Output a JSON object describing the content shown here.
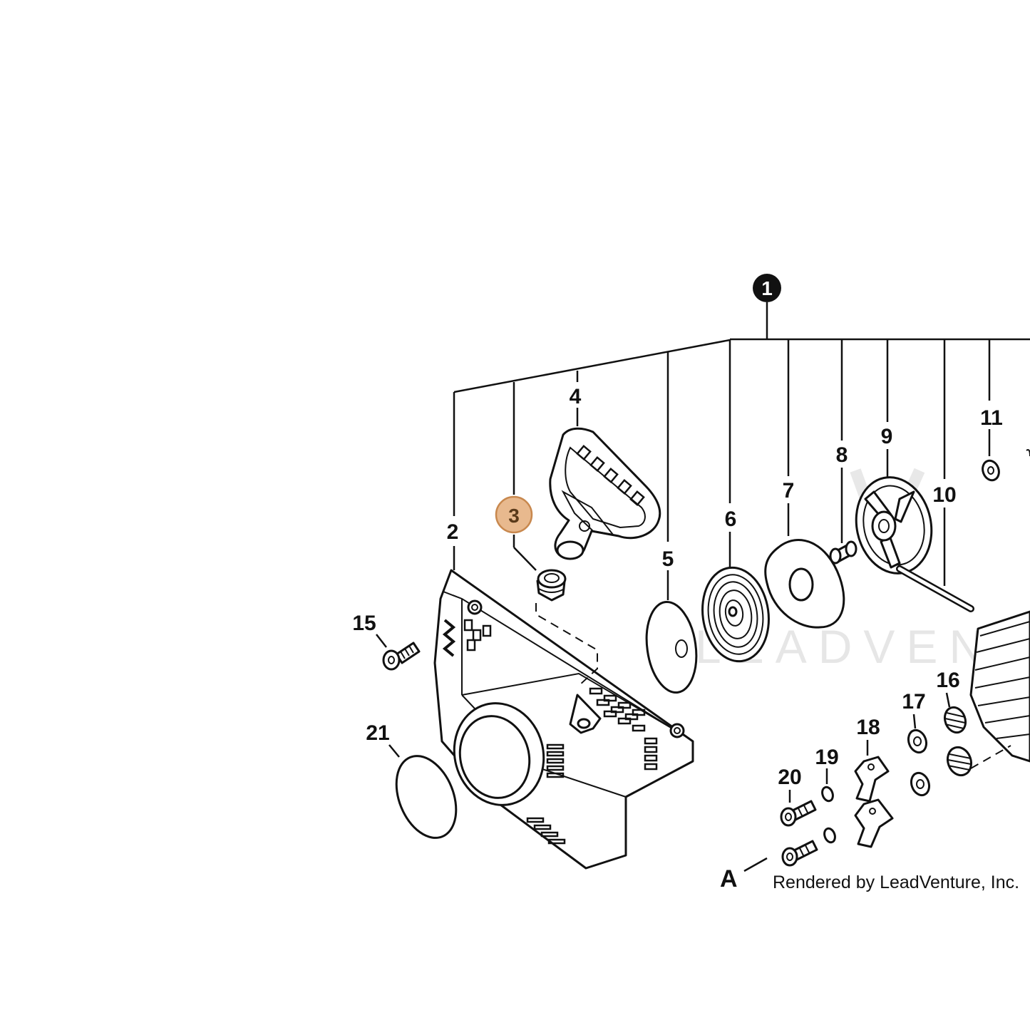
{
  "diagram": {
    "assembly_callout": "1",
    "highlighted_callout": {
      "label": "3",
      "color": "#e8b98e",
      "border": "#c8884e"
    },
    "part_labels": [
      "2",
      "4",
      "5",
      "6",
      "7",
      "8",
      "9",
      "10",
      "11",
      "15",
      "16",
      "17",
      "18",
      "19",
      "20",
      "21"
    ],
    "view_marker": "A",
    "watermark": "LEADVENTU",
    "credit": "Rendered by LeadVenture, Inc."
  }
}
